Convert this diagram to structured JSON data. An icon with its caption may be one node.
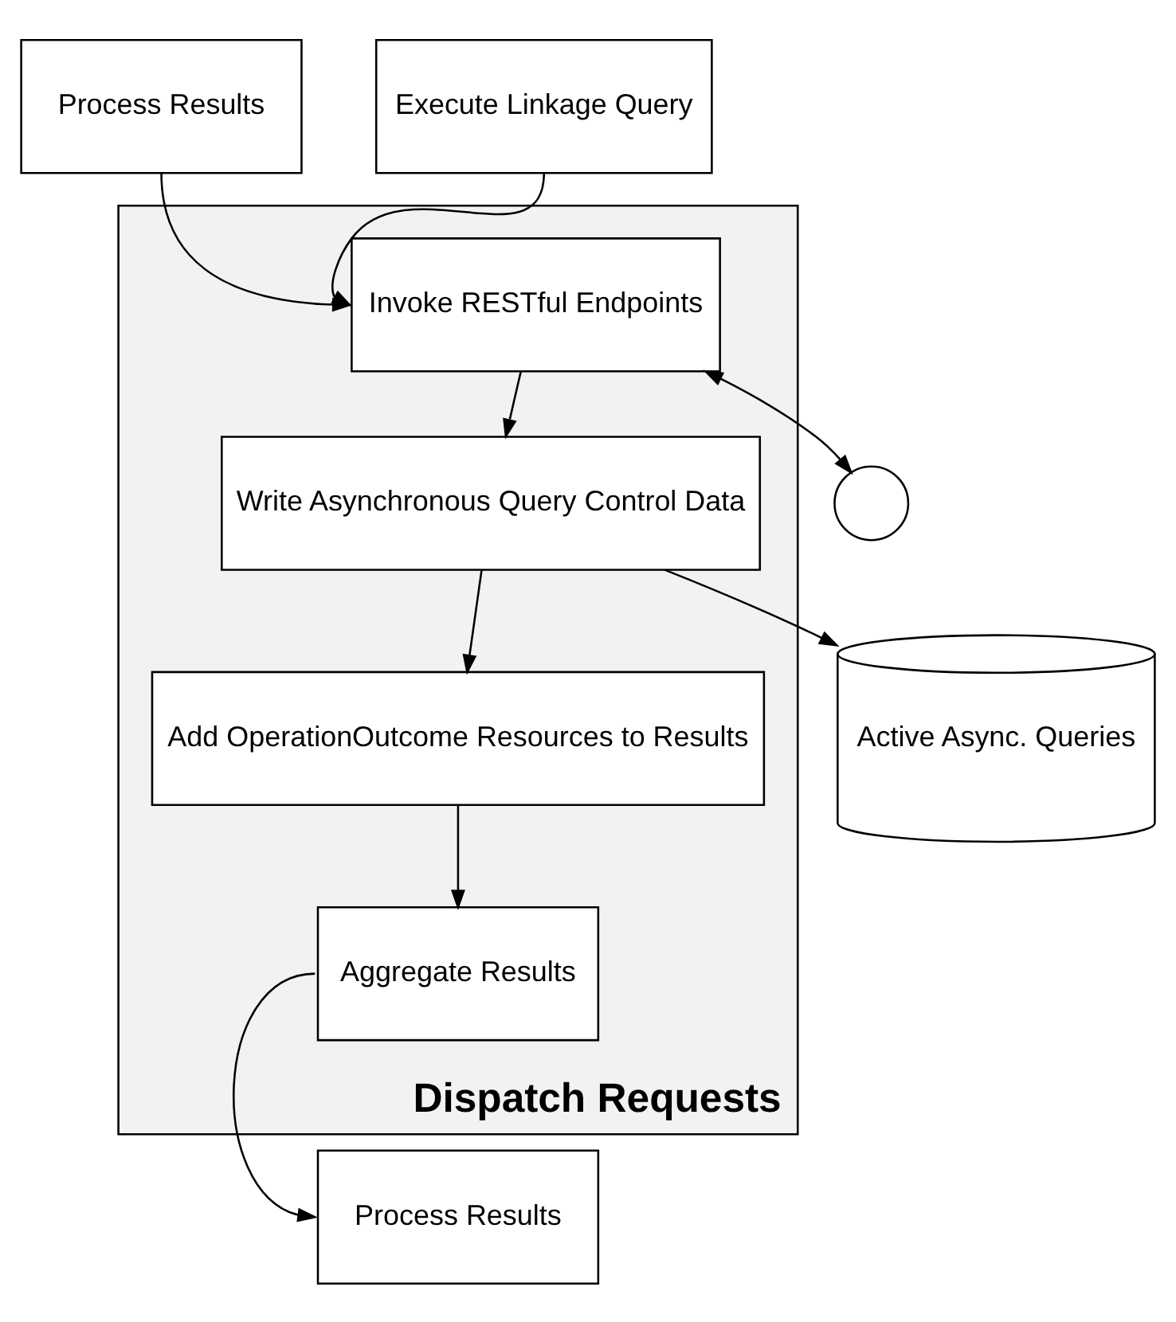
{
  "diagram": {
    "nodes": [
      {
        "text": [
          "Dispatch Requests"
        ]
      },
      {
        "text": [
          "Process Results"
        ]
      },
      {
        "text": [
          "Execute Linkage Query"
        ]
      },
      {
        "text": [
          "Invoke RESTful Endpoints"
        ],
        "in": 0
      },
      {
        "text": [],
        "shape": "circle"
      },
      {
        "text": [
          "Active Async. Queries"
        ]
      },
      {
        "text": [
          "Write Asynchronous Query Control Data"
        ],
        "in": 0
      },
      {
        "text": [
          "Add OperationOutcome Resources to Results"
        ],
        "in": 0
      },
      {
        "text": [
          "Aggregate Results"
        ],
        "in": 0
      },
      {
        "text": [
          "Process Results"
        ]
      }
    ],
    "edges": [
      {
        "from": 1,
        "to": 3,
        "arrow": "to"
      },
      {
        "from": 2,
        "to": 3,
        "arrow": "to"
      },
      {
        "from": 3,
        "to": 4,
        "arrow": "both"
      },
      {
        "from": 3,
        "to": 6,
        "arrow": "to"
      },
      {
        "from": 6,
        "to": 5,
        "arrow": "to"
      },
      {
        "from": 6,
        "to": 7,
        "arrow": "to"
      },
      {
        "from": 7,
        "to": 8,
        "arrow": "to"
      },
      {
        "from": 8,
        "to": 9,
        "arrow": "to"
      }
    ]
  }
}
